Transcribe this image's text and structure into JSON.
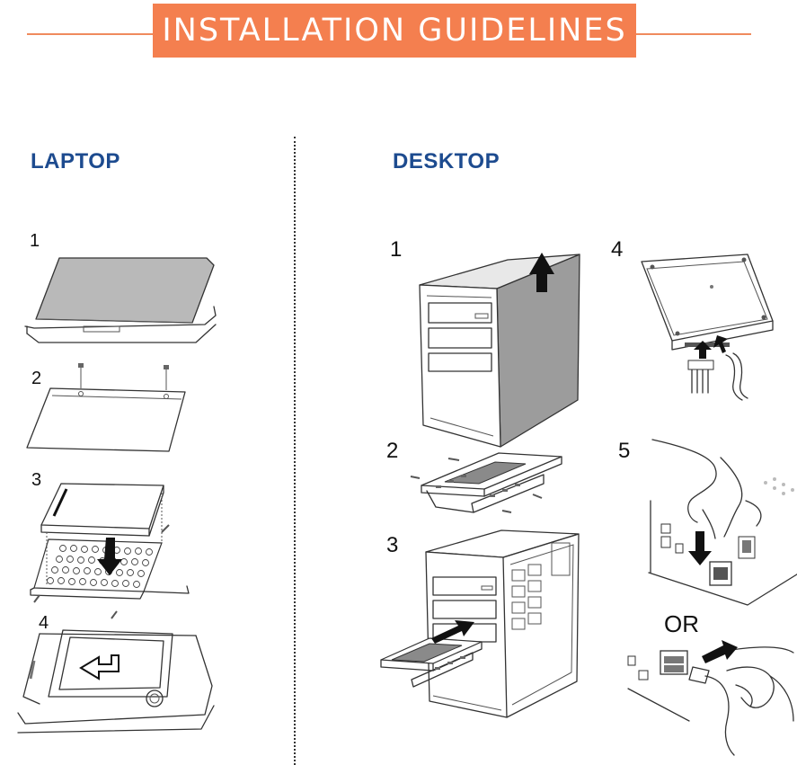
{
  "header": {
    "title": "INSTALLATION GUIDELINES",
    "accent_color": "#f47f4f"
  },
  "laptop": {
    "title": "LAPTOP",
    "steps": [
      {
        "label": "1"
      },
      {
        "label": "2"
      },
      {
        "label": "3"
      },
      {
        "label": "4"
      }
    ]
  },
  "desktop": {
    "title": "DESKTOP",
    "steps": [
      {
        "label": "1"
      },
      {
        "label": "2"
      },
      {
        "label": "3"
      },
      {
        "label": "4"
      },
      {
        "label": "5"
      }
    ],
    "or_label": "OR"
  },
  "colors": {
    "section_title": "#1d4b8f",
    "line": "#333333",
    "divider": "#333333"
  }
}
